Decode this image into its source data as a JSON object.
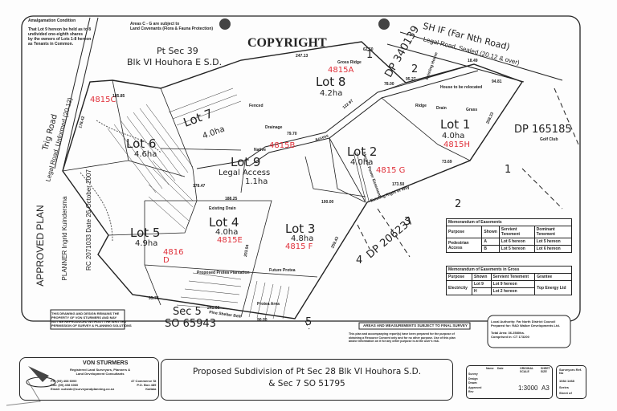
{
  "notes": {
    "amalgamation_title": "Amalgamation Condition",
    "amalgamation_text": [
      "That Lot 9 hereon be held as to 8",
      "undivided one-eighth shares",
      "by the owners of Lots 1-8 hereon",
      "as Tenants in Common."
    ],
    "covenant_text": [
      "Areas C - G are subject to",
      "Land Covenants (Flora & Fauna Protection)"
    ],
    "copyright": "COPYRIGHT"
  },
  "places": {
    "pt_sec": "Pt Sec 39",
    "blk": "Blk VI Houhora E S.D.",
    "trig_road": "Trig Road",
    "legal_road_unformed": "Legal Road, Unformed (20.12)",
    "sh": "SH IF (Far Nth Road)",
    "legal_road_sealed": "Legal Road, Sealed (20.12 & over)",
    "dp1": "DP 340139",
    "dp2": "DP 165185",
    "dp3": "DP 206237",
    "golf": "Golf Club",
    "sec5": "Sec 5",
    "so": "SO 65943",
    "nums": [
      "1",
      "2",
      "1",
      "2",
      "3",
      "4",
      "5"
    ]
  },
  "lots": [
    {
      "name": "Lot 1",
      "area": "4.0ha",
      "ref": "4815H"
    },
    {
      "name": "Lot 2",
      "area": "4.0ha",
      "ref": "4815 G"
    },
    {
      "name": "Lot 3",
      "area": "4.8ha",
      "ref": "4815 F"
    },
    {
      "name": "Lot 4",
      "area": "4.0ha",
      "ref": "4815E"
    },
    {
      "name": "Lot 5",
      "area": "4.9ha",
      "ref": "4816 D"
    },
    {
      "name": "Lot 6",
      "area": "4.6ha",
      "ref": "4815C"
    },
    {
      "name": "Lot 7",
      "area": "4.0ha",
      "ref": ""
    },
    {
      "name": "Lot 8",
      "area": "4.2ha",
      "ref": "4815A"
    },
    {
      "name": "Lot 9",
      "area": "1.1ha",
      "ref": "4815B",
      "sub": "Legal Access"
    }
  ],
  "features": [
    "Gross Ridge",
    "Grass",
    "Fenced",
    "Drainage",
    "Access",
    "Existing Drain",
    "Pine Shelter Belt",
    "Future Protea",
    "Protea Area",
    "Proposed Protea Plantation",
    "Electric Power Easement",
    "Existing Right of Way",
    "House to be relocated",
    "Existing House",
    "Ridge",
    "Drain",
    "Native"
  ],
  "dims": [
    "247.13",
    "62.50",
    "78.00",
    "95.27",
    "18.49",
    "94.81",
    "208.33",
    "73.69",
    "173.50",
    "100.00",
    "188.25",
    "178.47",
    "95.78",
    "241.00",
    "90.00",
    "185.85",
    "178.42",
    "79.70",
    "122.97",
    "203.94",
    "259.43"
  ],
  "approval": {
    "title": "APPROVED PLAN",
    "planner": "PLANNER Ingrid Kuindersma",
    "rc": "RC 2071033  Date 26 October 2007"
  },
  "easements": {
    "title": "Memorandum of Easements",
    "headers": [
      "Purpose",
      "Shown",
      "Servient Tenement",
      "Dominant Tenement"
    ],
    "rows": [
      [
        "Pedestrian Access",
        "A",
        "Lot 6 hereon",
        "Lot 5 hereon"
      ],
      [
        "",
        "B",
        "Lot 5 hereon",
        "Lot 6 hereon"
      ]
    ]
  },
  "gross_easements": {
    "title": "Memorandum of Easements in Gross",
    "headers": [
      "Purpose",
      "Shown",
      "Servient Tenement",
      "Grantee"
    ],
    "rows": [
      [
        "Electricity",
        "Lot 9",
        "Lot 9 hereon",
        "Top Energy Ltd"
      ],
      [
        "",
        "H",
        "Lot 2 hereon",
        ""
      ]
    ]
  },
  "disclaimer": {
    "copyright_note": [
      "THIS DRAWING AND DESIGN REMAINS THE",
      "PROPERTY OF VON STURMERS AND MAY",
      "NOT BE REPRODUCED WITHOUT THE WRITTEN",
      "PERMISSION OF SURVEY & PLANNING SOLUTIONS"
    ],
    "areas": "AREAS AND MEASUREMENTS SUBJECT TO FINAL SURVEY",
    "purpose": [
      "This plan and accompanying report(s) have been prepared for the purpose of",
      "obtaining a Resource Consent only and for no other purpose. Use of this plan",
      "and/or information on it for any other purpose is at the user's risk."
    ],
    "authority": [
      "Local Authority: Far North District Council",
      "Prepared for: R&D Walker Developments Ltd."
    ],
    "total_area": "Total Area: 36.2580ha.",
    "comprised": "Comprised in:  CT 173200"
  },
  "title_block": {
    "firm": "VON STURMERS",
    "firm_sub": [
      "Registered Land Surveyors, Planners &",
      "Land Development Consultants"
    ],
    "contact": [
      "Ph: (09) 408 6000",
      "Fax: (09) 408 6060",
      "Email: outside@surveyandplanning.co.nz"
    ],
    "address": [
      "47 Commerce St",
      "P.O. Box 489",
      "Kaitaia"
    ],
    "title_line1": "Proposed Subdivision of Pt Sec 28 Blk VI Houhora S.D.",
    "title_line2": "& Sec 7 SO 51795",
    "table_labels": [
      "Survey",
      "Design",
      "Drawn",
      "Approved",
      "Rev"
    ],
    "table_headers": [
      "Name",
      "Date"
    ],
    "scale_label": "ORIGINAL SCALE",
    "sheet_label": "SHEET SIZE",
    "scale": "1:3000",
    "sheet": "A3",
    "ref_label": "Surveyors Ref. No",
    "ref": "1084 1468",
    "series": "Series",
    "sheet_of": "Sheet    of"
  }
}
